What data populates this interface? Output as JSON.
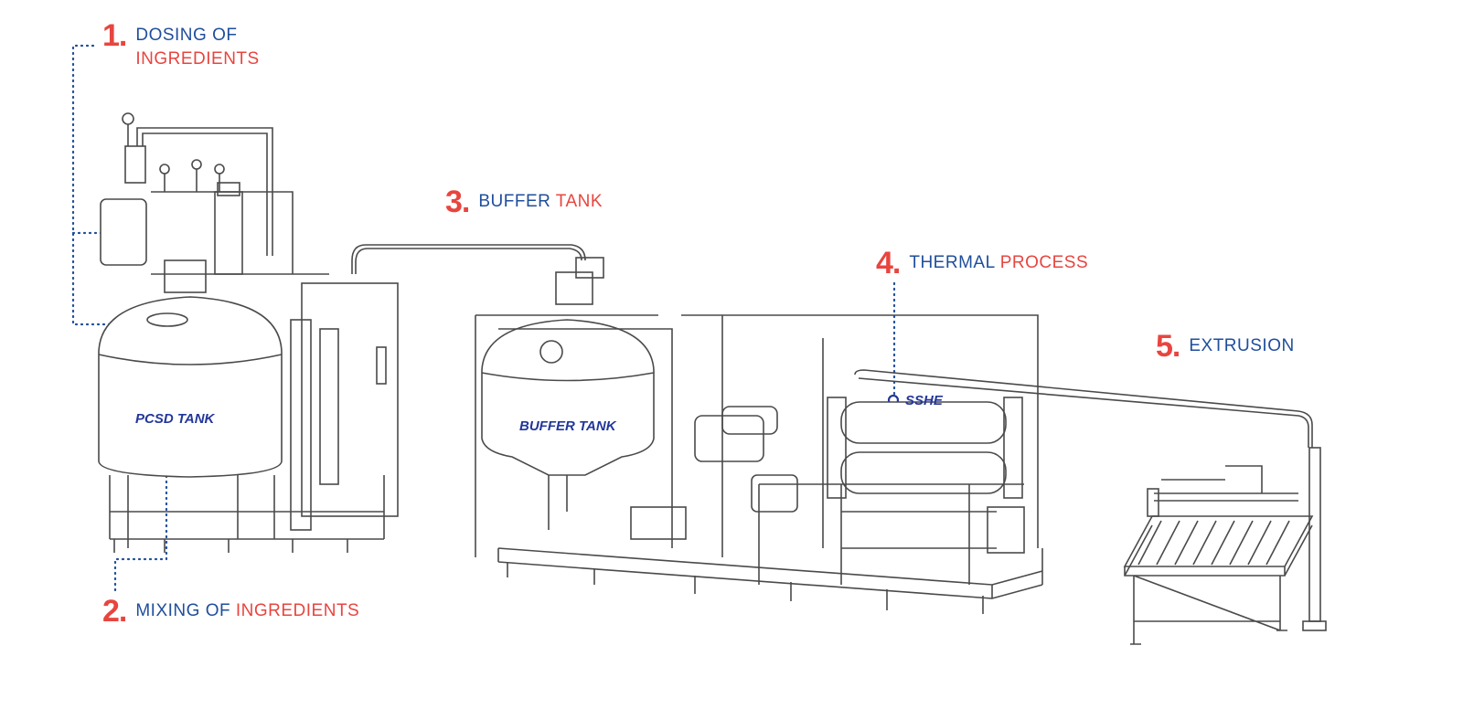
{
  "colors": {
    "accent_red": "#e8453f",
    "accent_blue": "#1f4e9c",
    "tag_blue": "#23379a",
    "line": "#4a4a4a"
  },
  "steps": [
    {
      "number": "1.",
      "blue": "DOSING OF",
      "red": "INGREDIENTS"
    },
    {
      "number": "2.",
      "blue": "MIXING OF",
      "red": "INGREDIENTS"
    },
    {
      "number": "3.",
      "blue": "BUFFER",
      "red": "TANK"
    },
    {
      "number": "4.",
      "blue": "THERMAL",
      "red": "PROCESS"
    },
    {
      "number": "5.",
      "blue": "EXTRUSION",
      "red": ""
    }
  ],
  "equipment_tags": {
    "pcsd": "PCSD TANK",
    "buffer": "BUFFER TANK",
    "sshe": "SSHE"
  }
}
